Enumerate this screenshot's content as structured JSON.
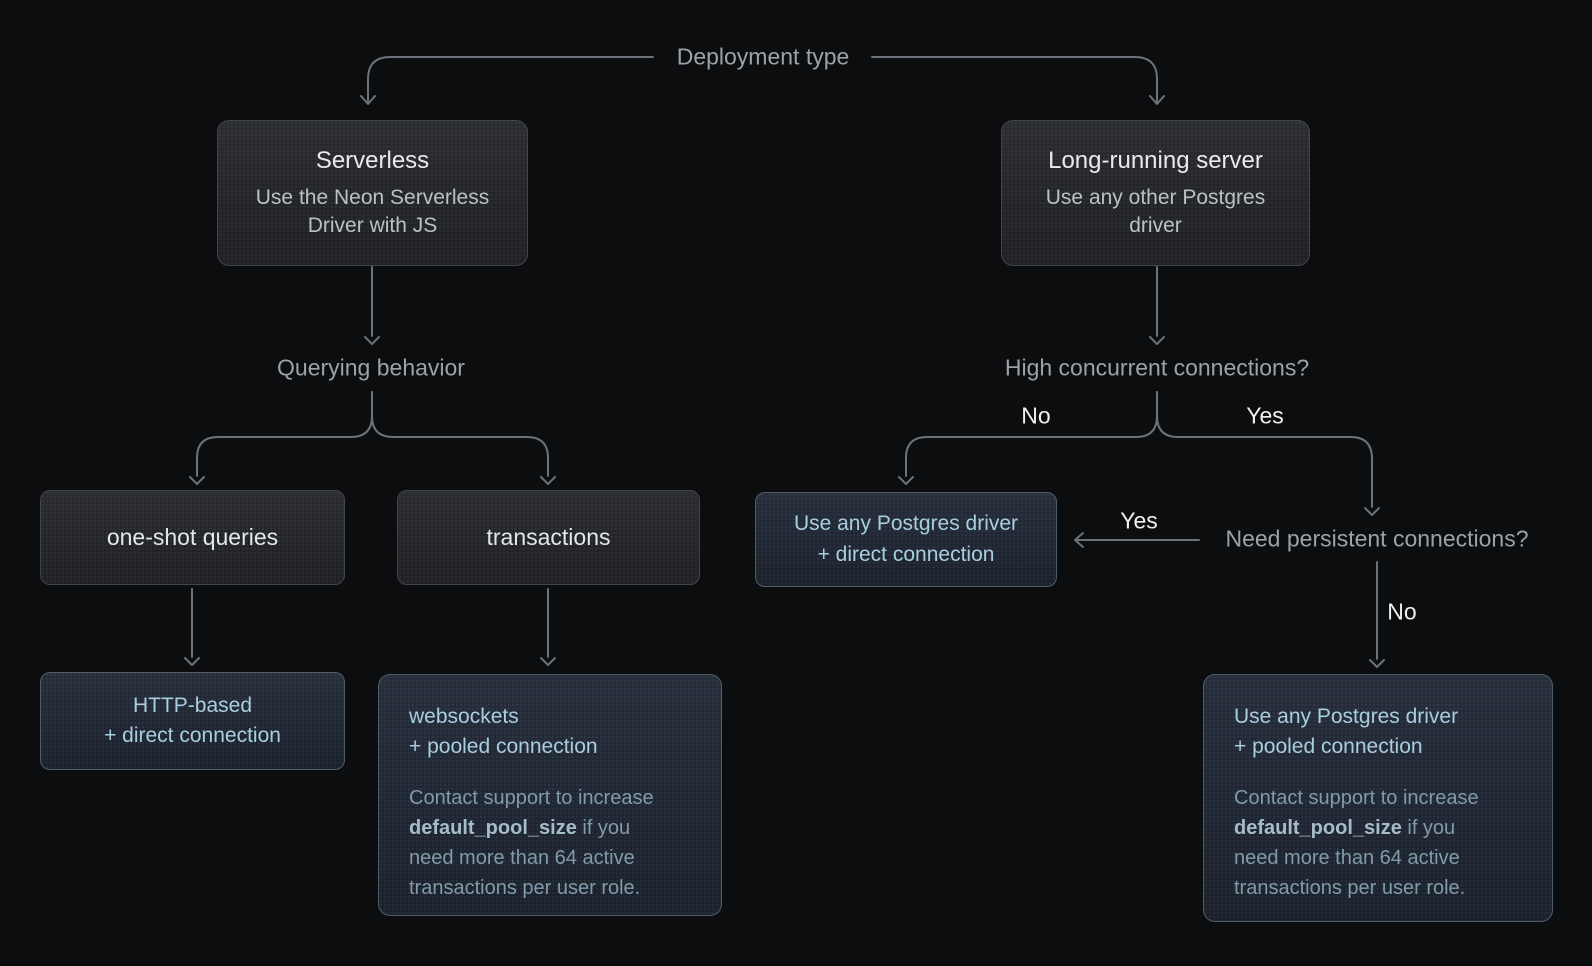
{
  "diagram": {
    "root_label": "Deployment type",
    "serverless": {
      "title": "Serverless",
      "subtitle": "Use the Neon Serverless Driver with JS",
      "question": "Querying behavior",
      "option_oneshot": "one-shot queries",
      "option_transactions": "transactions",
      "http_result": {
        "line1": "HTTP-based",
        "line2": "+ direct connection"
      },
      "websockets_result": {
        "line1": "websockets",
        "line2": "+ pooled connection",
        "note_pre": "Contact support to increase ",
        "note_bold": "default_pool_size",
        "note_post": " if you need more than 64 active transactions per user role."
      }
    },
    "server": {
      "title": "Long-running server",
      "subtitle": "Use any other Postgres driver",
      "question_concurrent": "High concurrent connections?",
      "concurrent_no": "No",
      "concurrent_yes": "Yes",
      "direct_result": {
        "line1": "Use any Postgres driver",
        "line2": "+ direct connection"
      },
      "question_persistent": "Need persistent connections?",
      "persistent_yes": "Yes",
      "persistent_no": "No",
      "pooled_result": {
        "line1": "Use any Postgres driver",
        "line2": "+ pooled connection",
        "note_pre": "Contact support to increase ",
        "note_bold": "default_pool_size",
        "note_post": " if you need more than 64 active transactions per user role."
      }
    },
    "colors": {
      "background": "#0c0d0e",
      "connector_line": "#6b727a",
      "question_label_text": "#9aa2ab",
      "node_title_text": "#e8eaec",
      "node_subtitle_text": "#b9c0c7",
      "result_text": "#a7cddf",
      "note_text": "#8099a9",
      "yes_no_text": "#eef0f2",
      "node_box_border": "#42464b",
      "result_box_border": "#505d6b"
    }
  }
}
